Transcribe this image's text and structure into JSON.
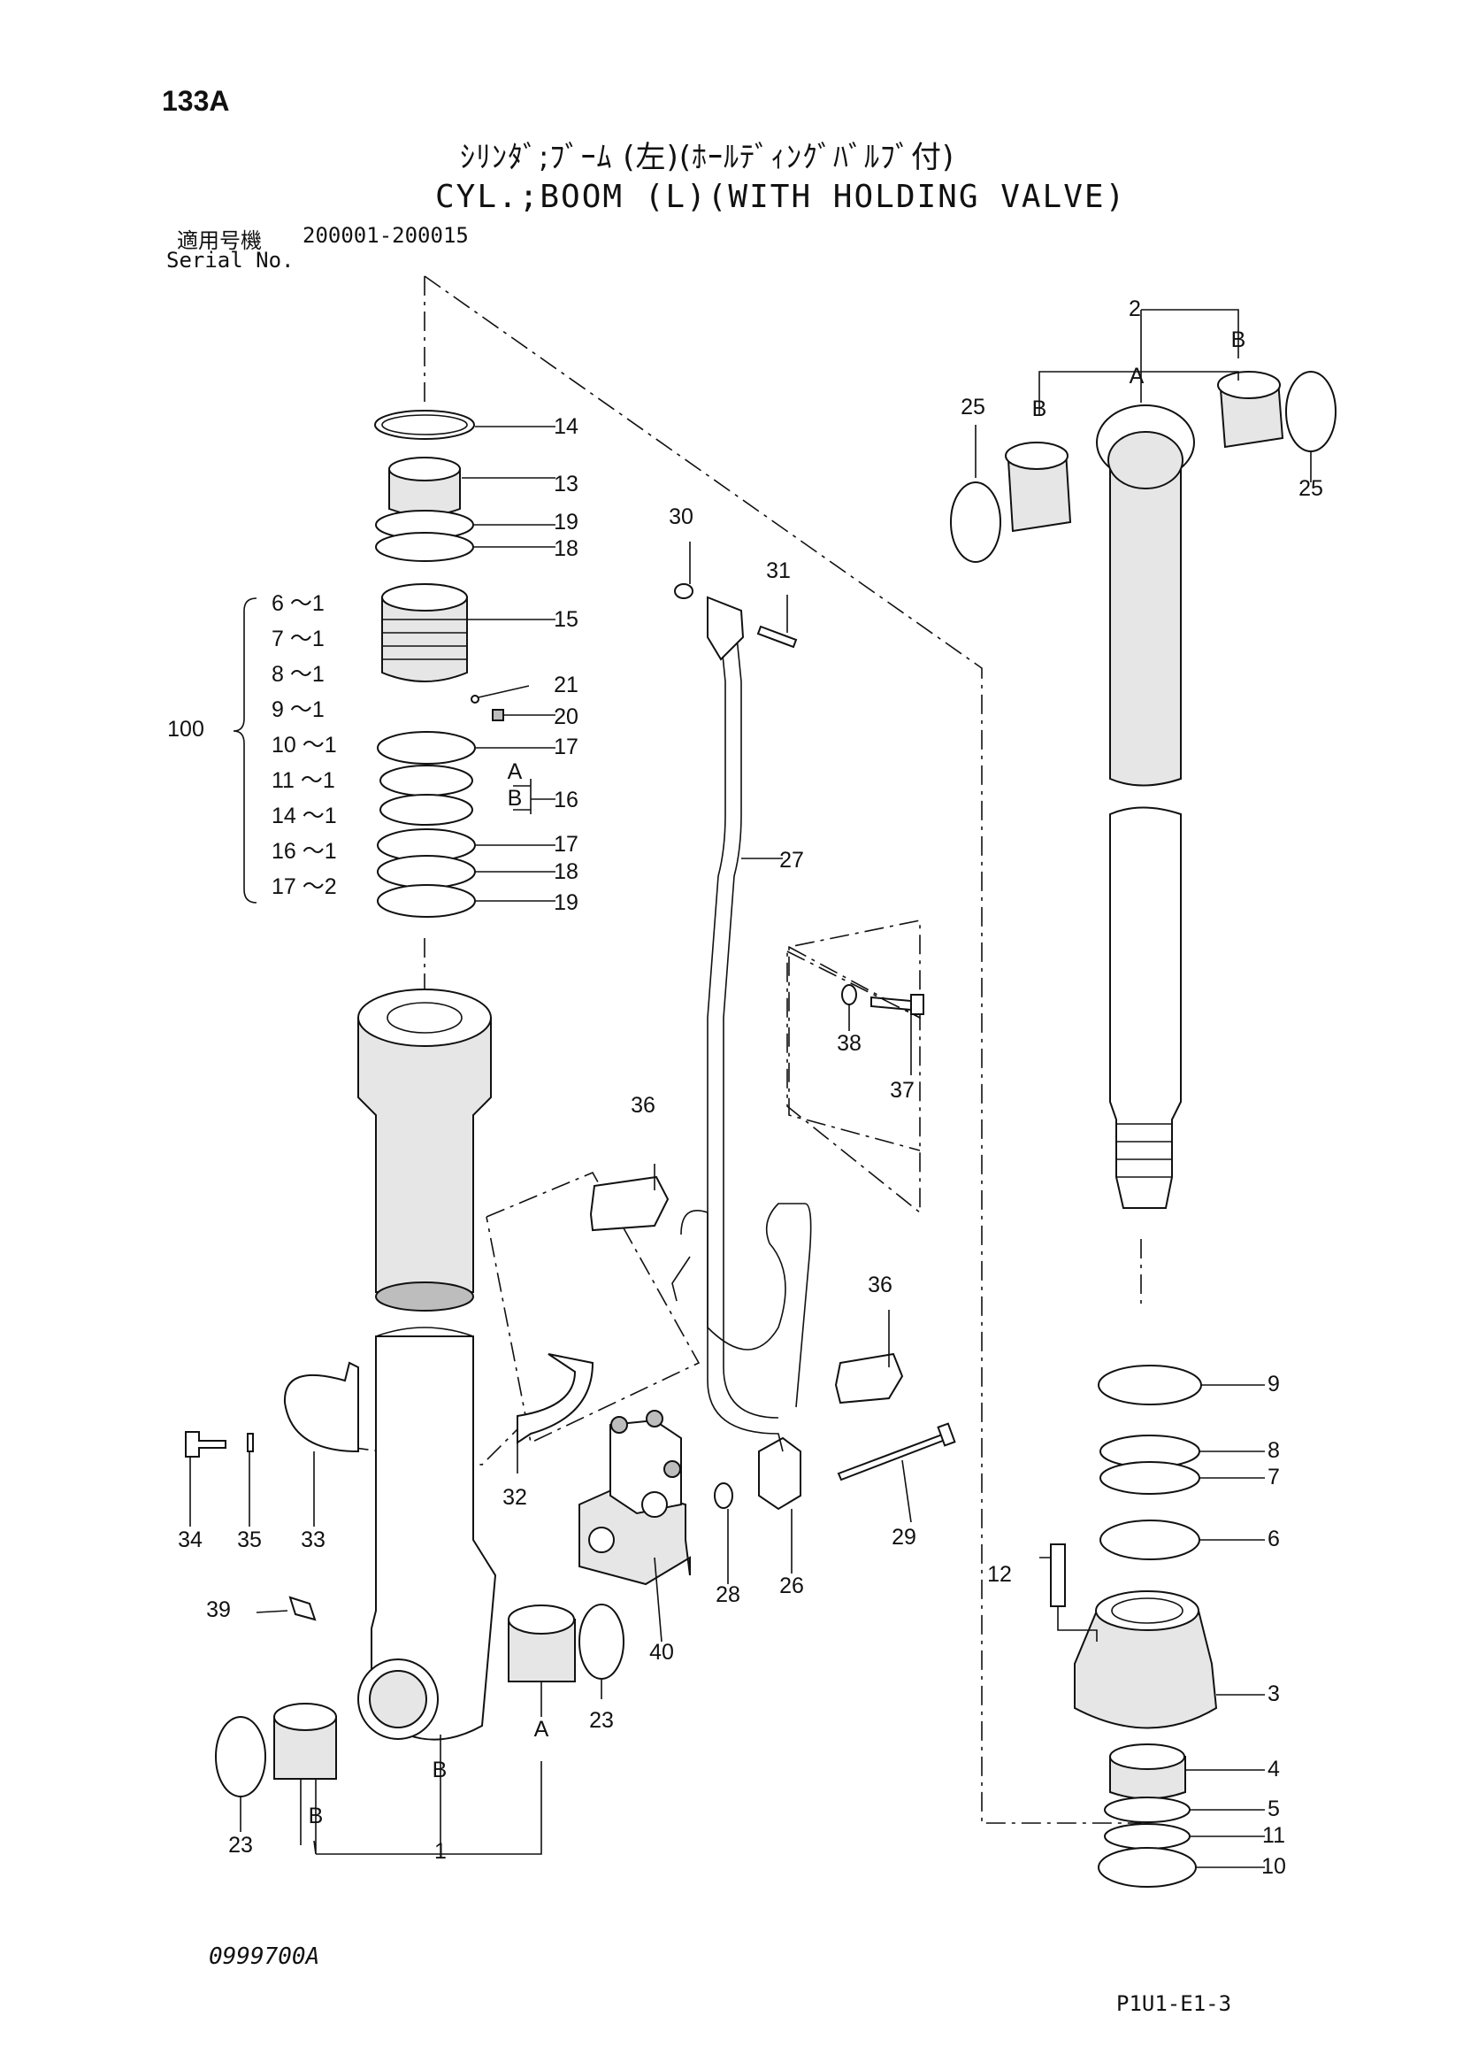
{
  "header": {
    "page_id": "133A",
    "title_jp": "ｼﾘﾝﾀﾞ;ﾌﾞｰﾑ (左)(ﾎｰﾙﾃﾞｨﾝｸﾞﾊﾞﾙﾌﾞ付)",
    "title_en": "CYL.;BOOM (L)(WITH HOLDING VALVE)",
    "serial_label_jp": "適用号機",
    "serial_range": "200001-200015",
    "serial_label_en": "Serial No."
  },
  "footer": {
    "doc_no": "0999700A",
    "page_code": "P1U1-E1-3"
  },
  "callouts": [
    "1",
    "2",
    "3",
    "4",
    "5",
    "6",
    "7",
    "8",
    "9",
    "10",
    "11",
    "12",
    "13",
    "14",
    "15",
    "16",
    "17",
    "17",
    "18",
    "18",
    "19",
    "19",
    "20",
    "21",
    "23",
    "23",
    "25",
    "25",
    "26",
    "27",
    "28",
    "29",
    "30",
    "31",
    "32",
    "33",
    "34",
    "35",
    "36",
    "36",
    "37",
    "38",
    "39",
    "40",
    "100"
  ],
  "sub_labels": [
    "A",
    "B",
    "B",
    "A",
    "B",
    "B",
    "A",
    "B"
  ],
  "kit_100": [
    {
      "part": "6",
      "qty": "1"
    },
    {
      "part": "7",
      "qty": "1"
    },
    {
      "part": "8",
      "qty": "1"
    },
    {
      "part": "9",
      "qty": "1"
    },
    {
      "part": "10",
      "qty": "1"
    },
    {
      "part": "11",
      "qty": "1"
    },
    {
      "part": "14",
      "qty": "1"
    },
    {
      "part": "16",
      "qty": "1"
    },
    {
      "part": "17",
      "qty": "2"
    }
  ],
  "kit_separator": "～"
}
